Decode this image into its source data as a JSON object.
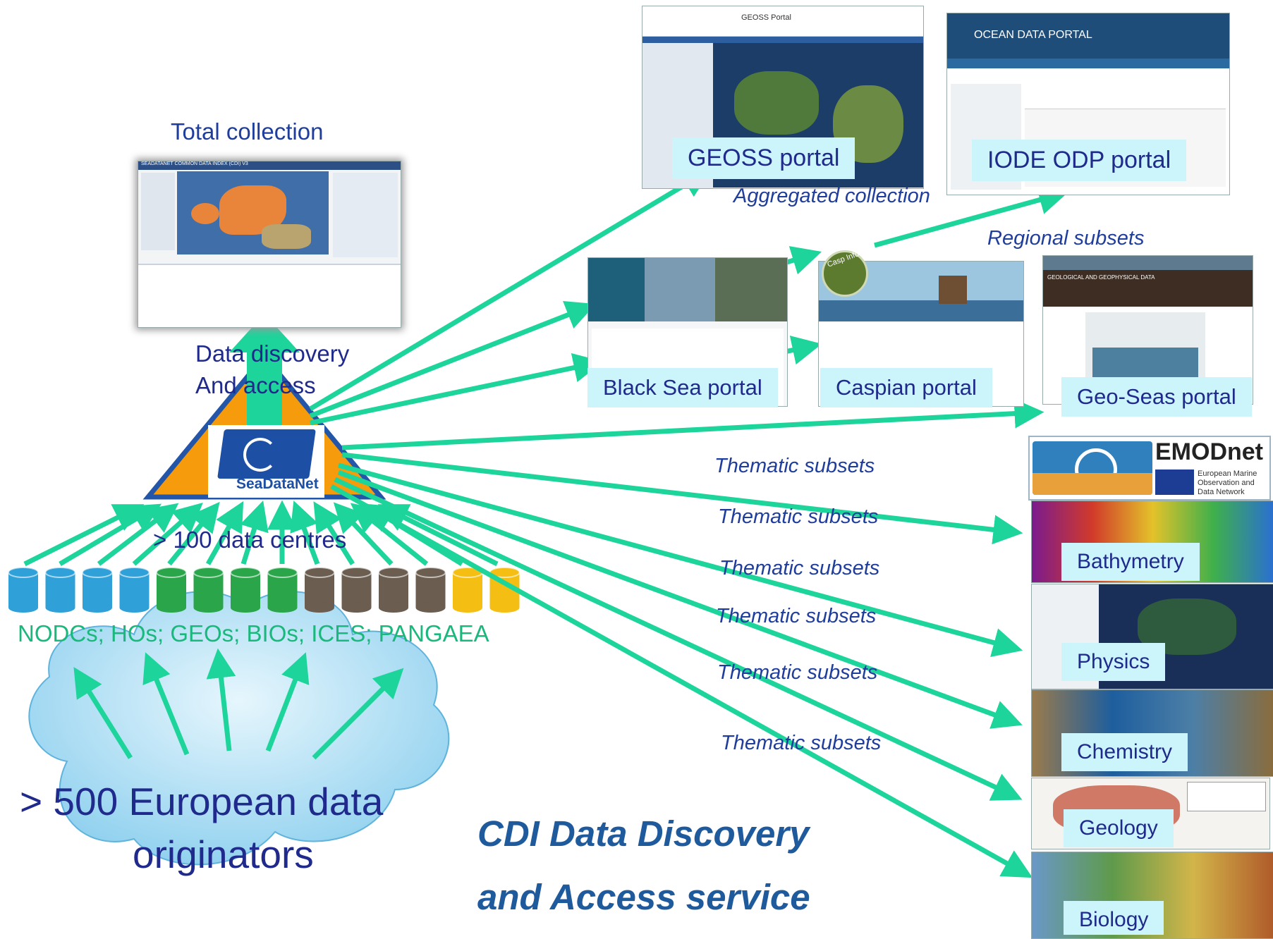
{
  "center": {
    "logo_text": "SeaDataNet",
    "label_data_discovery_line1": "Data discovery",
    "label_data_discovery_line2": "And access",
    "label_centres": "> 100 data centres",
    "label_categories": "NODCs; HOs; GEOs; BIOs; ICES; PANGAEA"
  },
  "total_collection": {
    "title": "Total collection",
    "screenshot_header": "SEADATANET COMMON DATA INDEX (CDI) V3"
  },
  "cloud": {
    "line1": "> 500 European data",
    "line2": "originators"
  },
  "service_title": {
    "line1": "CDI Data Discovery",
    "line2": "and Access service"
  },
  "aggregated": {
    "label": "Aggregated collection",
    "portals": [
      {
        "name": "GEOSS portal",
        "header": "GEOSS Portal"
      },
      {
        "name": "IODE ODP portal",
        "header": "OCEAN DATA PORTAL"
      }
    ]
  },
  "regional": {
    "label": "Regional subsets",
    "portals": [
      {
        "name": "Black Sea portal"
      },
      {
        "name": "Caspian portal",
        "tag": "Casp Info"
      },
      {
        "name": "Geo-Seas portal",
        "header": "GEOLOGICAL AND GEOPHYSICAL DATA"
      }
    ]
  },
  "thematic": {
    "label": "Thematic subsets",
    "emodnet": {
      "name": "EMODnet",
      "subtitle": "European Marine Observation and Data Network"
    },
    "lots": [
      "Bathymetry",
      "Physics",
      "Chemistry",
      "Geology",
      "Biology"
    ]
  },
  "colors": {
    "arrow": "#1dd49b",
    "triangle_fill": "#f59b0c",
    "triangle_border": "#2355a8",
    "cyl_blue": "#2fa0d8",
    "cyl_green": "#2aa54a",
    "cyl_brown": "#6b5d4f",
    "cyl_yellow": "#f4be13",
    "cloud_fill": "#aee0f5",
    "label_box": "#ccf5fb"
  }
}
